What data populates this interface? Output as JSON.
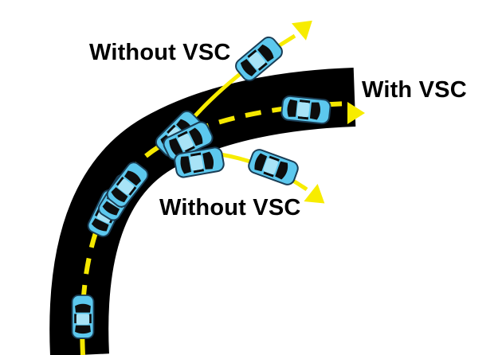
{
  "labels": {
    "without_vsc_top": "Without VSC",
    "with_vsc": "With VSC",
    "without_vsc_bottom": "Without VSC"
  },
  "colors": {
    "road": "#000000",
    "lane_marking": "#f5e800",
    "path_arrow": "#f7ec00",
    "car_body": "#5cc8ee",
    "car_outline": "#1a3d55",
    "car_window": "#0d0d0d",
    "background": "#ffffff"
  },
  "icons": {
    "car": "car-top-view-icon",
    "arrow": "arrow-head-icon"
  }
}
